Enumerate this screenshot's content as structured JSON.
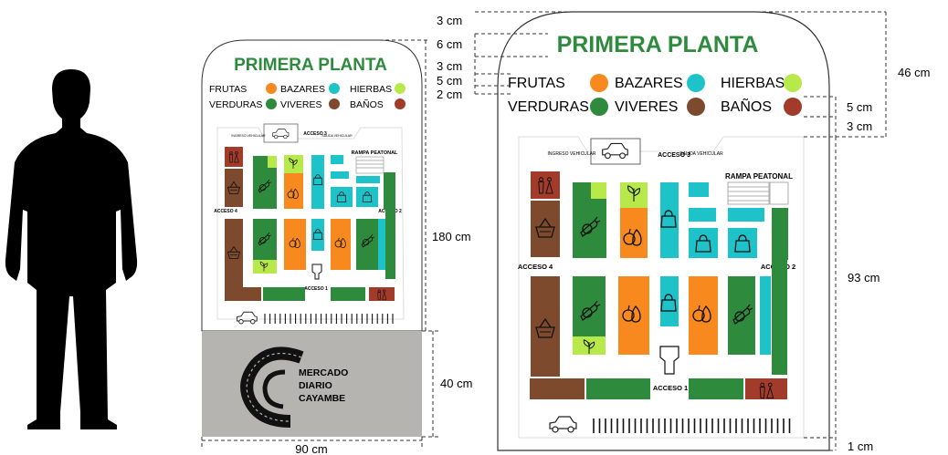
{
  "small_sign": {
    "title": "PRIMERA PLANTA",
    "legend": [
      {
        "label": "FRUTAS",
        "color": "#f7891e"
      },
      {
        "label": "BAZARES",
        "color": "#1ec3c9"
      },
      {
        "label": "HIERBAS",
        "color": "#b8e94a"
      },
      {
        "label": "VERDURAS",
        "color": "#2e8b3d"
      },
      {
        "label": "VIVERES",
        "color": "#7d4a2e"
      },
      {
        "label": "BAÑOS",
        "color": "#a33b2a"
      }
    ],
    "labels": {
      "ingreso": "INGRESO VEHICULAR",
      "salida": "SALIDA VEHICULAR",
      "acceso3": "ACCESO 3",
      "rampa": "RAMPA PEATONAL",
      "acceso4": "ACCESO 4",
      "acceso2": "ACCESO 2",
      "acceso1": "ACCESO 1"
    },
    "logo_line1": "MERCADO",
    "logo_line2": "DIARIO",
    "logo_line3": "CAYAMBE"
  },
  "big_sign": {
    "title": "PRIMERA PLANTA",
    "legend": [
      {
        "label": "FRUTAS",
        "color": "#f7891e"
      },
      {
        "label": "BAZARES",
        "color": "#1ec3c9"
      },
      {
        "label": "HIERBAS",
        "color": "#b8e94a"
      },
      {
        "label": "VERDURAS",
        "color": "#2e8b3d"
      },
      {
        "label": "VIVERES",
        "color": "#7d4a2e"
      },
      {
        "label": "BAÑOS",
        "color": "#a33b2a"
      }
    ],
    "labels": {
      "ingreso": "INGRESO VEHICULAR",
      "salida": "SALIDA VEHICULAR",
      "acceso3": "ACCESO 3",
      "rampa": "RAMPA PEATONAL",
      "acceso4": "ACCESO 4",
      "acceso2": "ACCESO 2",
      "acceso1": "ACCESO 1"
    }
  },
  "dimensions": {
    "height_total": "180 cm",
    "height_base": "40 cm",
    "width": "90 cm",
    "top_3": "3 cm",
    "title_6": "6 cm",
    "gap_3": "3 cm",
    "legend_5": "5 cm",
    "gap_2": "2 cm",
    "header_46": "46 cm",
    "legend_5b": "5 cm",
    "gap_3b": "3 cm",
    "map_93": "93 cm",
    "bottom_1": "1 cm"
  }
}
